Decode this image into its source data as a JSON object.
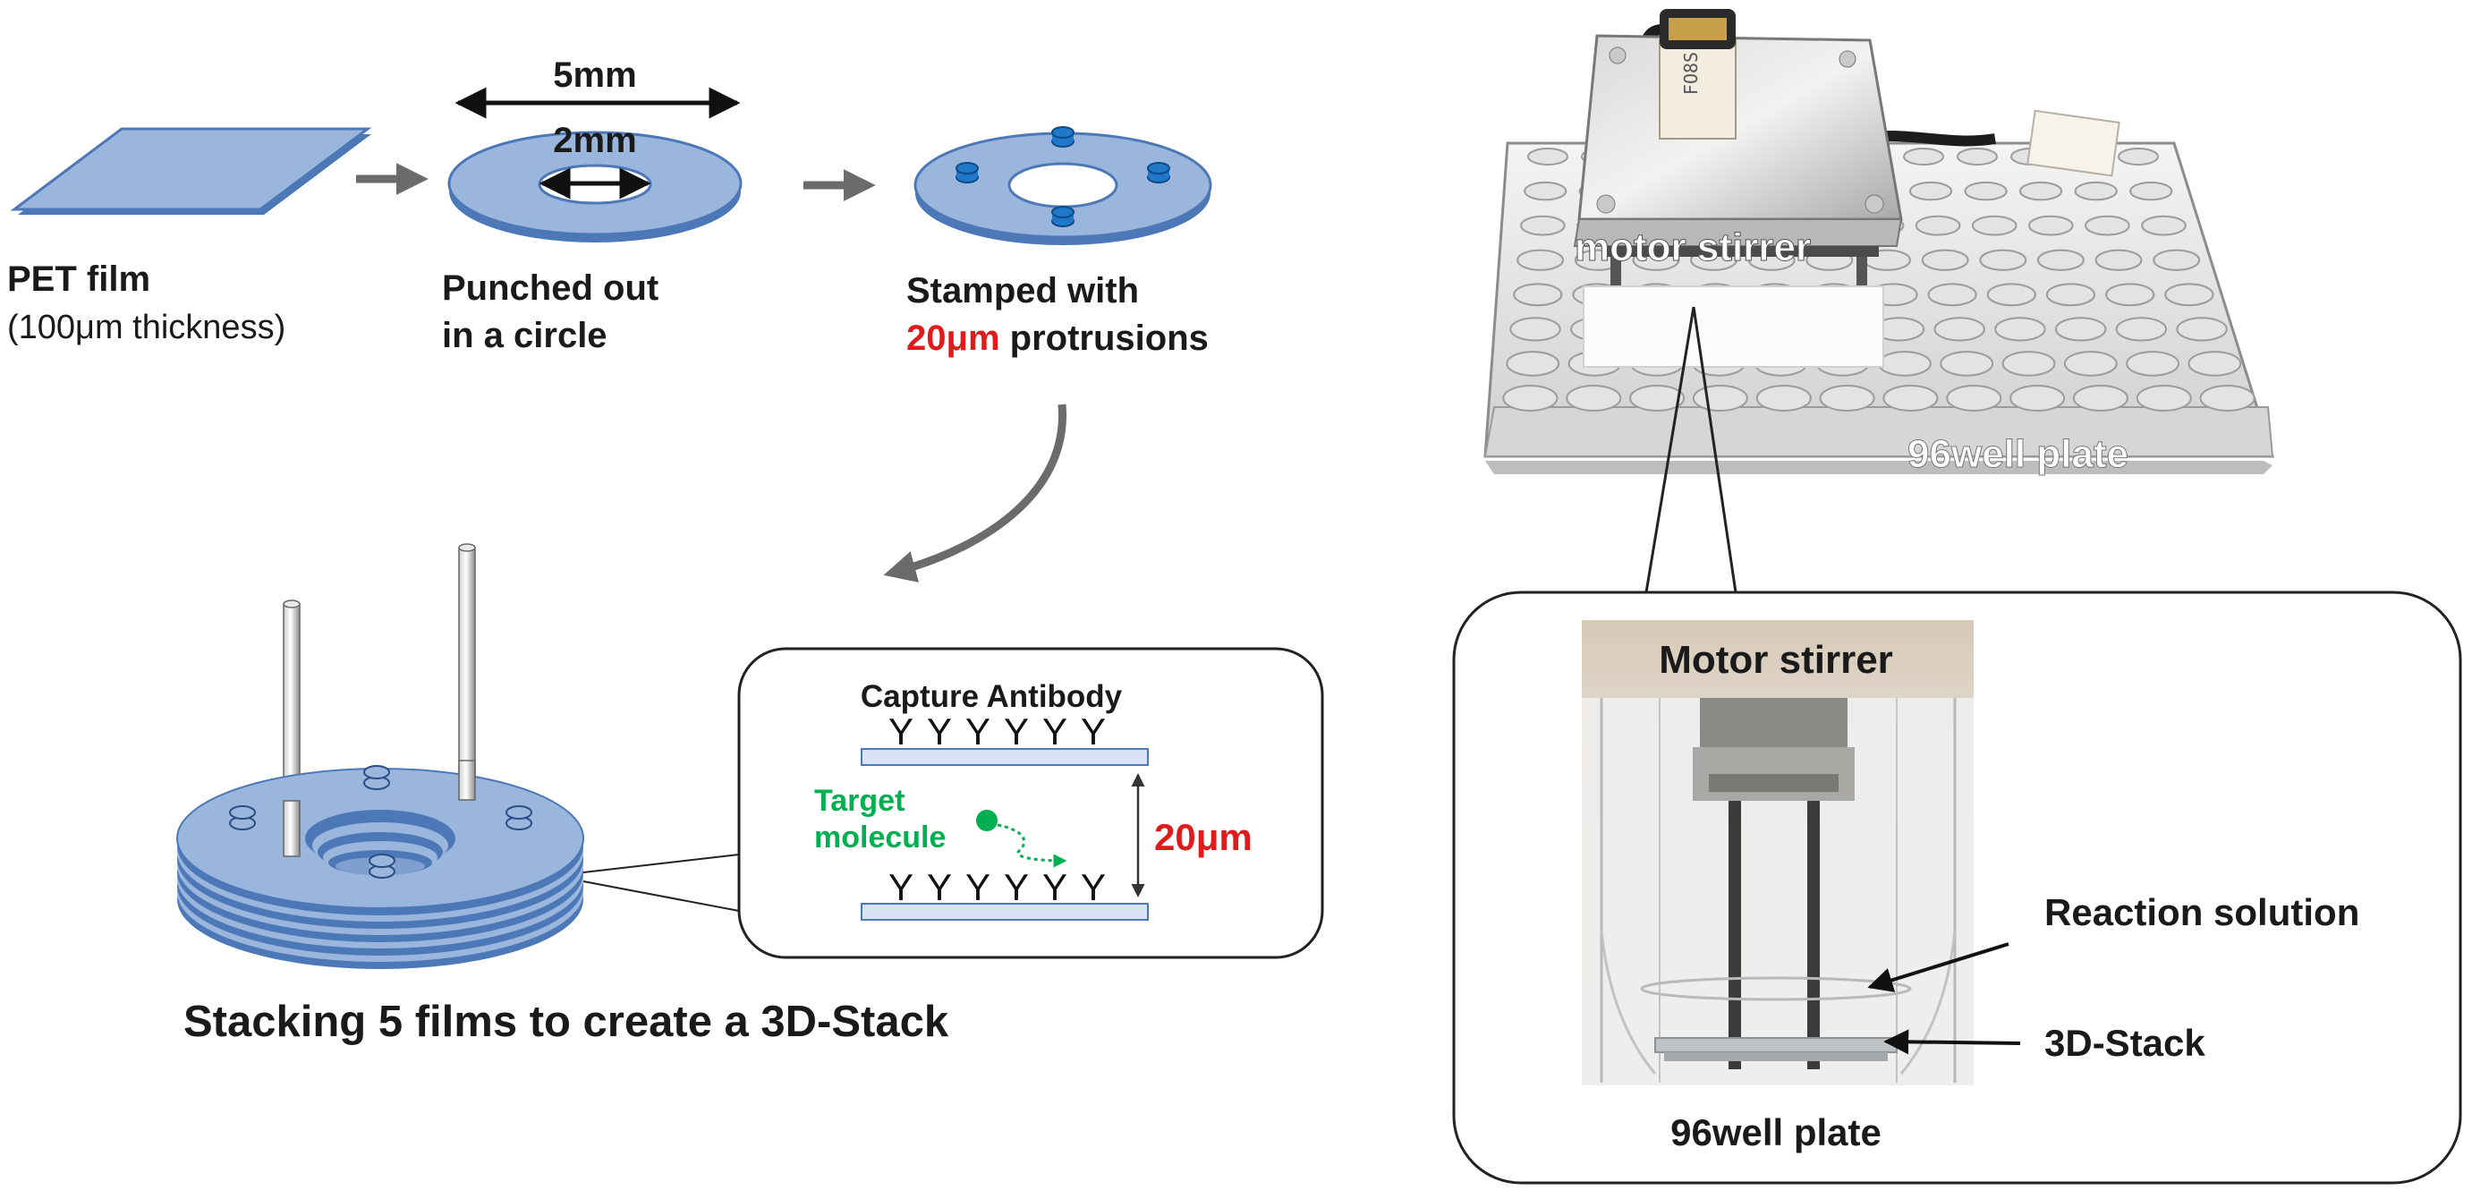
{
  "colors": {
    "film_top": "#9ab6dd",
    "film_side": "#4d78b8",
    "protrusion": "#1f78c9",
    "accent_red": "#e01b1b",
    "accent_green": "#00b050",
    "arrow_gray": "#6b6b6b",
    "outline": "#2b2b2b"
  },
  "steps": {
    "pet_film": {
      "title": "PET film",
      "detail": "(100μm thickness)"
    },
    "punched": {
      "line1": "Punched out",
      "line2": "in a circle",
      "outer_dim": "5mm",
      "inner_dim": "2mm"
    },
    "stamped": {
      "line1_value": "20μm",
      "line1_rest": " protrusions",
      "prefix": "Stamped with"
    }
  },
  "stack": {
    "caption": "Stacking 5 films to create a 3D-Stack"
  },
  "callout": {
    "capture_label": "Capture Antibody",
    "target_line1": "Target",
    "target_line2": "molecule",
    "gap_label": "20μm",
    "antibody_glyph": "Y"
  },
  "photo_top": {
    "motor_label": "motor stirrer",
    "plate_label": "96well plate",
    "motor_tag": "FO8S"
  },
  "zoom": {
    "motor_label": "Motor stirrer",
    "plate_label": "96well plate",
    "reaction_label": "Reaction solution",
    "stack_label": "3D-Stack"
  }
}
